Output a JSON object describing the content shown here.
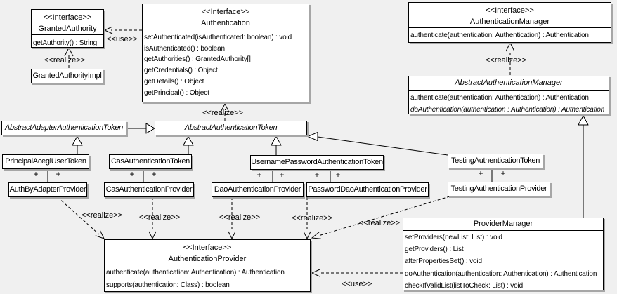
{
  "labels": {
    "use": "<<use>>",
    "realize": "<<realize>>",
    "plus": "+"
  },
  "colors": {
    "background": "#f0f0f0",
    "box_fill": "#ffffff",
    "box_border": "#000000",
    "box_shadow": "#a6a6a6"
  },
  "classes": {
    "granted_authority": {
      "stereotype": "<<Interface>>",
      "name": "GrantedAuthority",
      "methods": [
        "getAuthority() : String"
      ]
    },
    "granted_authority_impl": {
      "name": "GrantedAuthorityImpl"
    },
    "authentication": {
      "stereotype": "<<Interface>>",
      "name": "Authentication",
      "methods": [
        "setAuthenticated(isAuthenticated: boolean) : void",
        "isAuthenticated() : boolean",
        "getAuthorities() : GrantedAuthority[]",
        "getCredentials() : Object",
        "getDetails() : Object",
        "getPrincipal() : Object"
      ]
    },
    "authentication_manager": {
      "stereotype": "<<Interface>>",
      "name": "AuthenticationManager",
      "methods": [
        "authenticate(authentication: Authentication) : Authentication"
      ]
    },
    "abstract_authentication_manager": {
      "name": "AbstractAuthenticationManager",
      "methods": [
        "authenticate(authentication: Authentication) : Authentication",
        "doAuthentication(authentication : Authentication) : Authentication"
      ]
    },
    "abstract_adapter_authentication_token": {
      "name": "AbstractAdapterAuthenticationToken"
    },
    "abstract_authentication_token": {
      "name": "AbstractAuthenticationToken"
    },
    "principal_acegi_user_token": {
      "name": "PrincipalAcegiUserToken"
    },
    "cas_authentication_token": {
      "name": "CasAuthenticationToken"
    },
    "username_password_authentication_token": {
      "name": "UsernamePasswordAuthenticationToken"
    },
    "testing_authentication_token": {
      "name": "TestingAuthenticationToken"
    },
    "auth_by_adapter_provider": {
      "name": "AuthByAdapterProvider"
    },
    "cas_authentication_provider": {
      "name": "CasAuthenticationProvider"
    },
    "dao_authentication_provider": {
      "name": "DaoAuthenticationProvider"
    },
    "password_dao_authentication_provider": {
      "name": "PasswordDaoAuthenticationProvider"
    },
    "testing_authentication_provider": {
      "name": "TestingAuthenticationProvider"
    },
    "authentication_provider": {
      "stereotype": "<<Interface>>",
      "name": "AuthenticationProvider",
      "methods": [
        "authenticate(authentication: Authentication) : Authentication",
        "supports(authentication: Class) : boolean"
      ]
    },
    "provider_manager": {
      "name": "ProviderManager",
      "methods": [
        "setProviders(newList: List) : void",
        "getProviders() : List",
        "afterPropertiesSet() : void",
        "doAuthentication(authentication: Authentication) : Authentication",
        "checkIfValidList(listToCheck: List) : void"
      ]
    }
  }
}
